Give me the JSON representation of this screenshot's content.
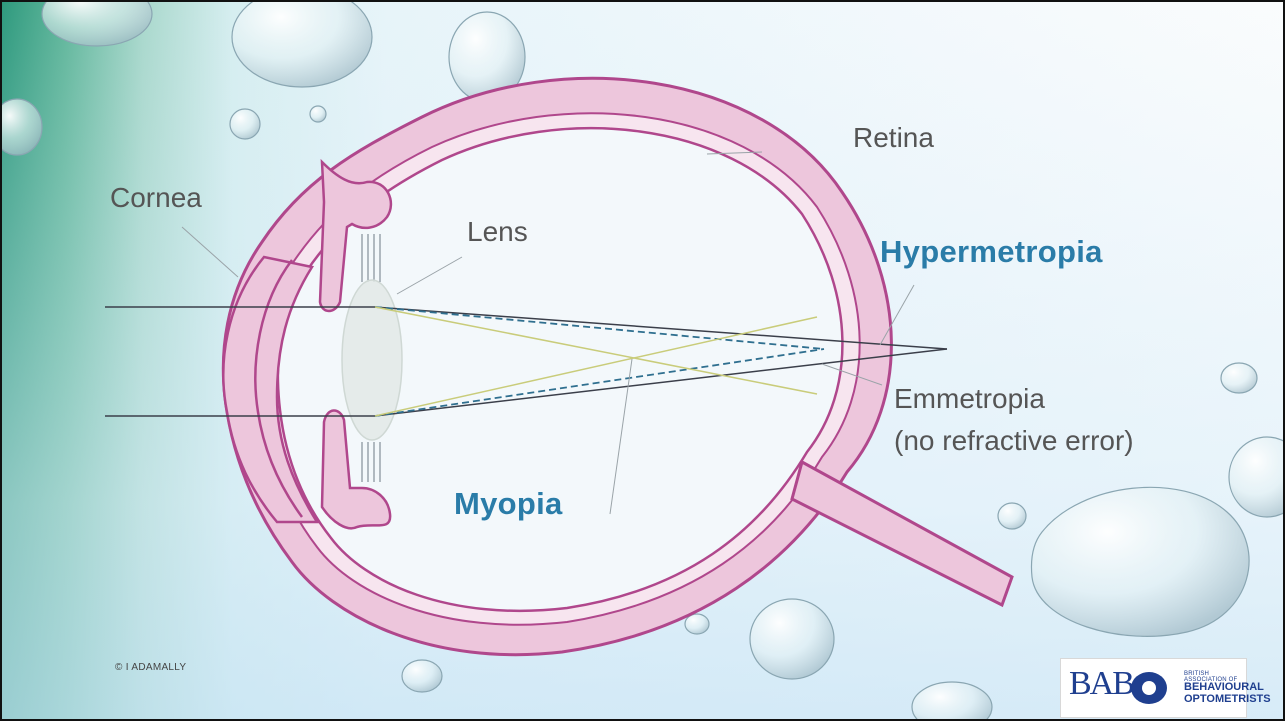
{
  "labels": {
    "retina": "Retina",
    "cornea": "Cornea",
    "lens": "Lens",
    "hypermetropia": "Hypermetropia",
    "emmetropia": "Emmetropia",
    "no_refractive_error": "(no refractive error)",
    "myopia": "Myopia"
  },
  "copyright": "© I ADAMALLY",
  "logo": {
    "mark": "BAB",
    "small": "BRITISH ASSOCIATION OF",
    "line1": "BEHAVIOURAL",
    "line2": "OPTOMETRISTS"
  },
  "colors": {
    "eye_fill": "#edc6dc",
    "eye_stroke": "#b0478c",
    "label_gray": "#555555",
    "label_blue": "#2a7ca8",
    "emmetropia_ray": "#3b3f4a",
    "myopia_ray": "#c9cc7a",
    "hypermetropia_ray": "#2f6f8f"
  }
}
